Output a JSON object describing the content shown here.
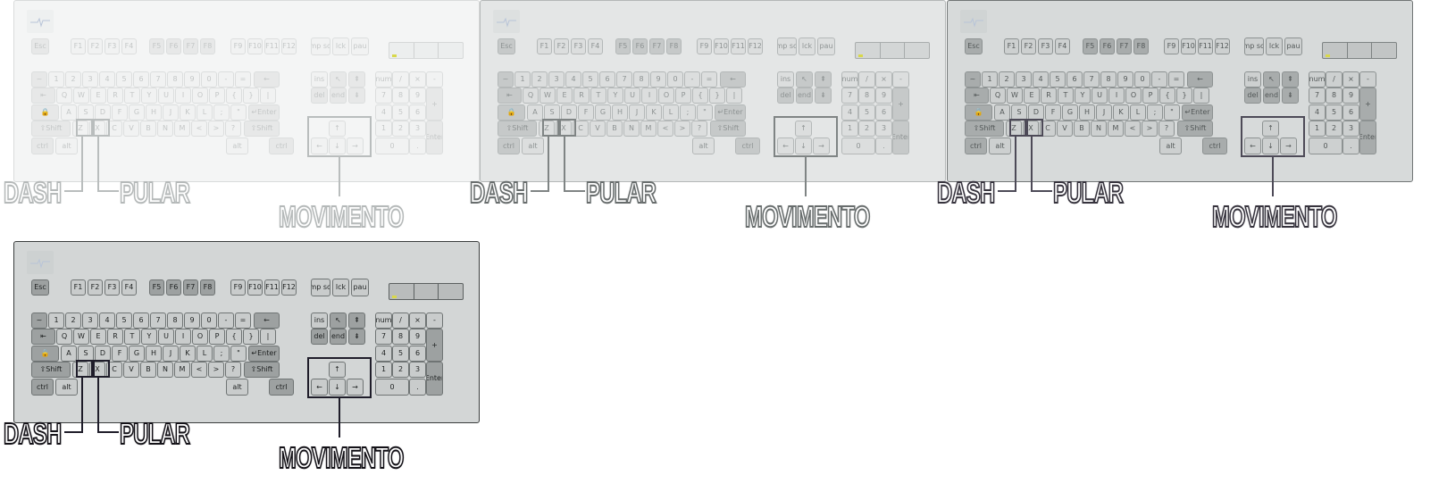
{
  "labels": {
    "dash": "DASH",
    "jump": "PULAR",
    "move": "MOVIMENTO"
  },
  "keys": {
    "esc": "Esc",
    "f1": "F1",
    "f2": "F2",
    "f3": "F3",
    "f4": "F4",
    "f5": "F5",
    "f6": "F6",
    "f7": "F7",
    "f8": "F8",
    "f9": "F9",
    "f10": "F10",
    "f11": "F11",
    "f12": "F12",
    "imp": "imp scr",
    "lck": "lck",
    "pau": "pau",
    "num_row": [
      "~",
      "1",
      "2",
      "3",
      "4",
      "5",
      "6",
      "7",
      "8",
      "9",
      "0",
      "-",
      "="
    ],
    "backspace": "←",
    "tab": "⇤",
    "q_row": [
      "Q",
      "W",
      "E",
      "R",
      "T",
      "Y",
      "U",
      "I",
      "O",
      "P",
      "{",
      "}",
      "|"
    ],
    "caps": "🔒",
    "a_row": [
      "A",
      "S",
      "D",
      "F",
      "G",
      "H",
      "J",
      "K",
      "L",
      ";",
      "\""
    ],
    "enter": "↵Enter",
    "shift": "⇧Shift",
    "z_row": [
      "Z",
      "X",
      "C",
      "V",
      "B",
      "N",
      "M",
      "<",
      ">",
      "?"
    ],
    "ctrl": "ctrl",
    "alt": "alt",
    "ins": "ins",
    "home": "↖",
    "pgup": "⇞",
    "del": "del",
    "end": "end",
    "pgdn": "⇟",
    "up": "↑",
    "left": "←",
    "down": "↓",
    "right": "→",
    "num": "num",
    "slash": "/",
    "star": "×",
    "minus": "-",
    "n7": "7",
    "n8": "8",
    "n9": "9",
    "plus": "+",
    "n4": "4",
    "n5": "5",
    "n6": "6",
    "n1": "1",
    "n2": "2",
    "n3": "3",
    "nenter": "Enter",
    "n0": "0",
    "ndot": "."
  },
  "colors": {
    "highlight_dark": "#1f1d2a",
    "led": "#d8d84a"
  }
}
